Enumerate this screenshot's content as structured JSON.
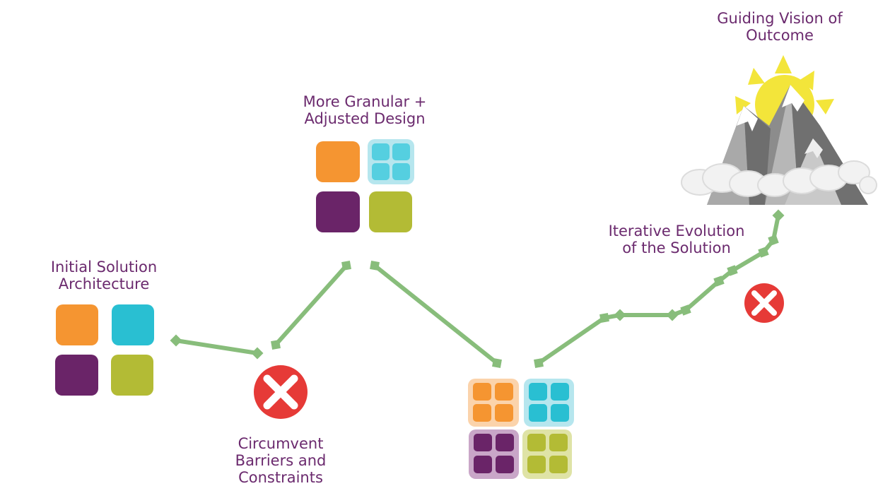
{
  "labels": {
    "initial": "Initial Solution\nArchitecture",
    "granular": "More Granular +\nAdjusted Design",
    "circumvent": "Circumvent\nBarriers and\nConstraints",
    "iterative": "Iterative Evolution\nof the Solution",
    "vision": "Guiding Vision of\nOutcome"
  },
  "colors": {
    "orange": "#f59531",
    "cyan": "#29bfd2",
    "purple": "#6a2468",
    "olive": "#b3bb35",
    "path": "#88bd7b",
    "stop": "#e63a37",
    "label": "#6b2a6e"
  }
}
